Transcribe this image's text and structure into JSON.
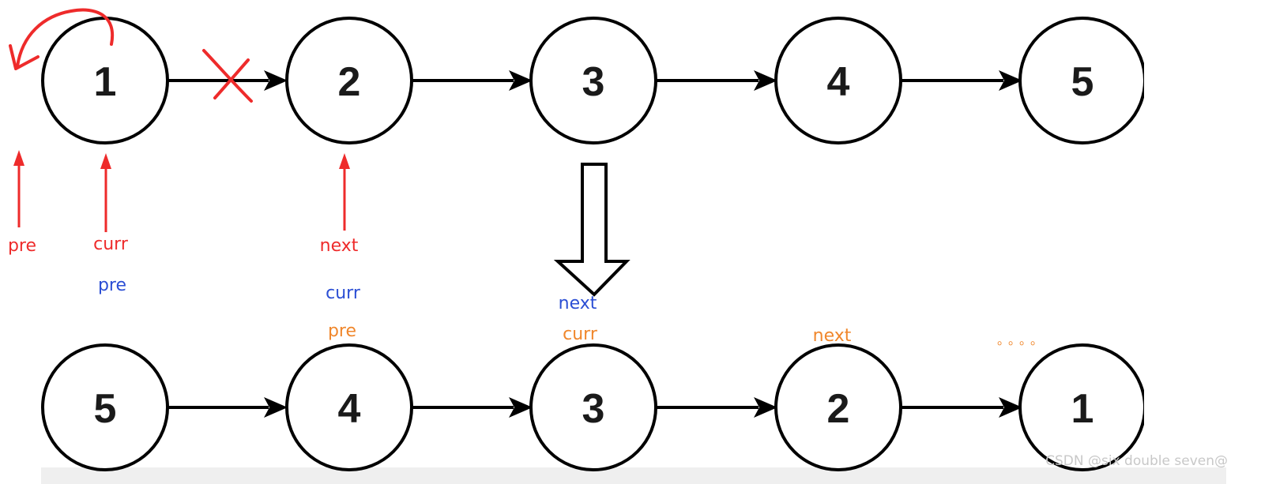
{
  "colors": {
    "red": "#ee2b2b",
    "blue": "#2b4ed4",
    "orange": "#f0872c",
    "node_stroke": "#000000"
  },
  "top_list": {
    "nodes": [
      "1",
      "2",
      "3",
      "4",
      "5"
    ]
  },
  "bottom_list": {
    "nodes": [
      "5",
      "4",
      "3",
      "2",
      "1"
    ]
  },
  "labels": {
    "step1": {
      "pre": "pre",
      "curr": "curr",
      "next": "next"
    },
    "step2": {
      "pre": "pre",
      "curr": "curr",
      "next": "next"
    },
    "step3": {
      "pre": "pre",
      "curr": "curr",
      "next": "next"
    },
    "ellipsis": "。。。。"
  },
  "watermark": "CSDN @six double seven@"
}
